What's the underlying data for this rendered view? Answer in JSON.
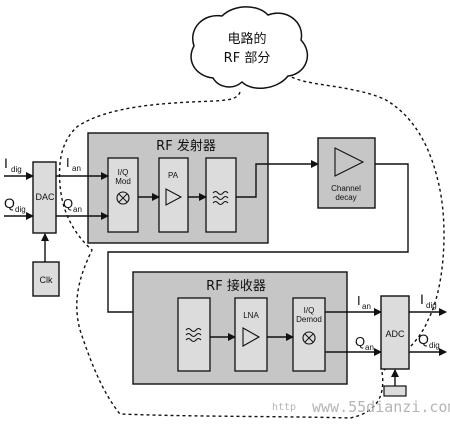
{
  "cloud": {
    "line1": "电路的",
    "line2": "RF 部分"
  },
  "transmitter": {
    "title": "RF 发射器",
    "modulator": {
      "line1": "I/Q",
      "line2": "Mod"
    },
    "pa": "PA"
  },
  "channel": {
    "line1": "Channel",
    "line2": "decay"
  },
  "receiver": {
    "title": "RF 接收器",
    "lna": "LNA",
    "demodulator": {
      "line1": "I/Q",
      "line2": "Demod"
    }
  },
  "dac": {
    "label": "DAC"
  },
  "adc": {
    "label": "ADC"
  },
  "clk": {
    "label": "Clk"
  },
  "signals": {
    "i_dig_in": {
      "base": "I",
      "sub": "dig"
    },
    "q_dig_in": {
      "base": "Q",
      "sub": "dig"
    },
    "i_an_out": {
      "base": "I",
      "sub": "an"
    },
    "q_an_out": {
      "base": "Q",
      "sub": "an"
    },
    "i_an_rx": {
      "base": "I",
      "sub": "an"
    },
    "q_an_rx": {
      "base": "Q",
      "sub": "an"
    },
    "i_dig_out": {
      "base": "I",
      "sub": "dig"
    },
    "q_dig_out": {
      "base": "Q",
      "sub": "dig"
    }
  },
  "watermark": {
    "prefix": "http",
    "url": "www.55dianzi.com"
  },
  "colors": {
    "group_fill": "#c6c6c6",
    "block_fill": "#dcdcdc",
    "line": "#111111",
    "watermark": "#b5b5b5"
  }
}
